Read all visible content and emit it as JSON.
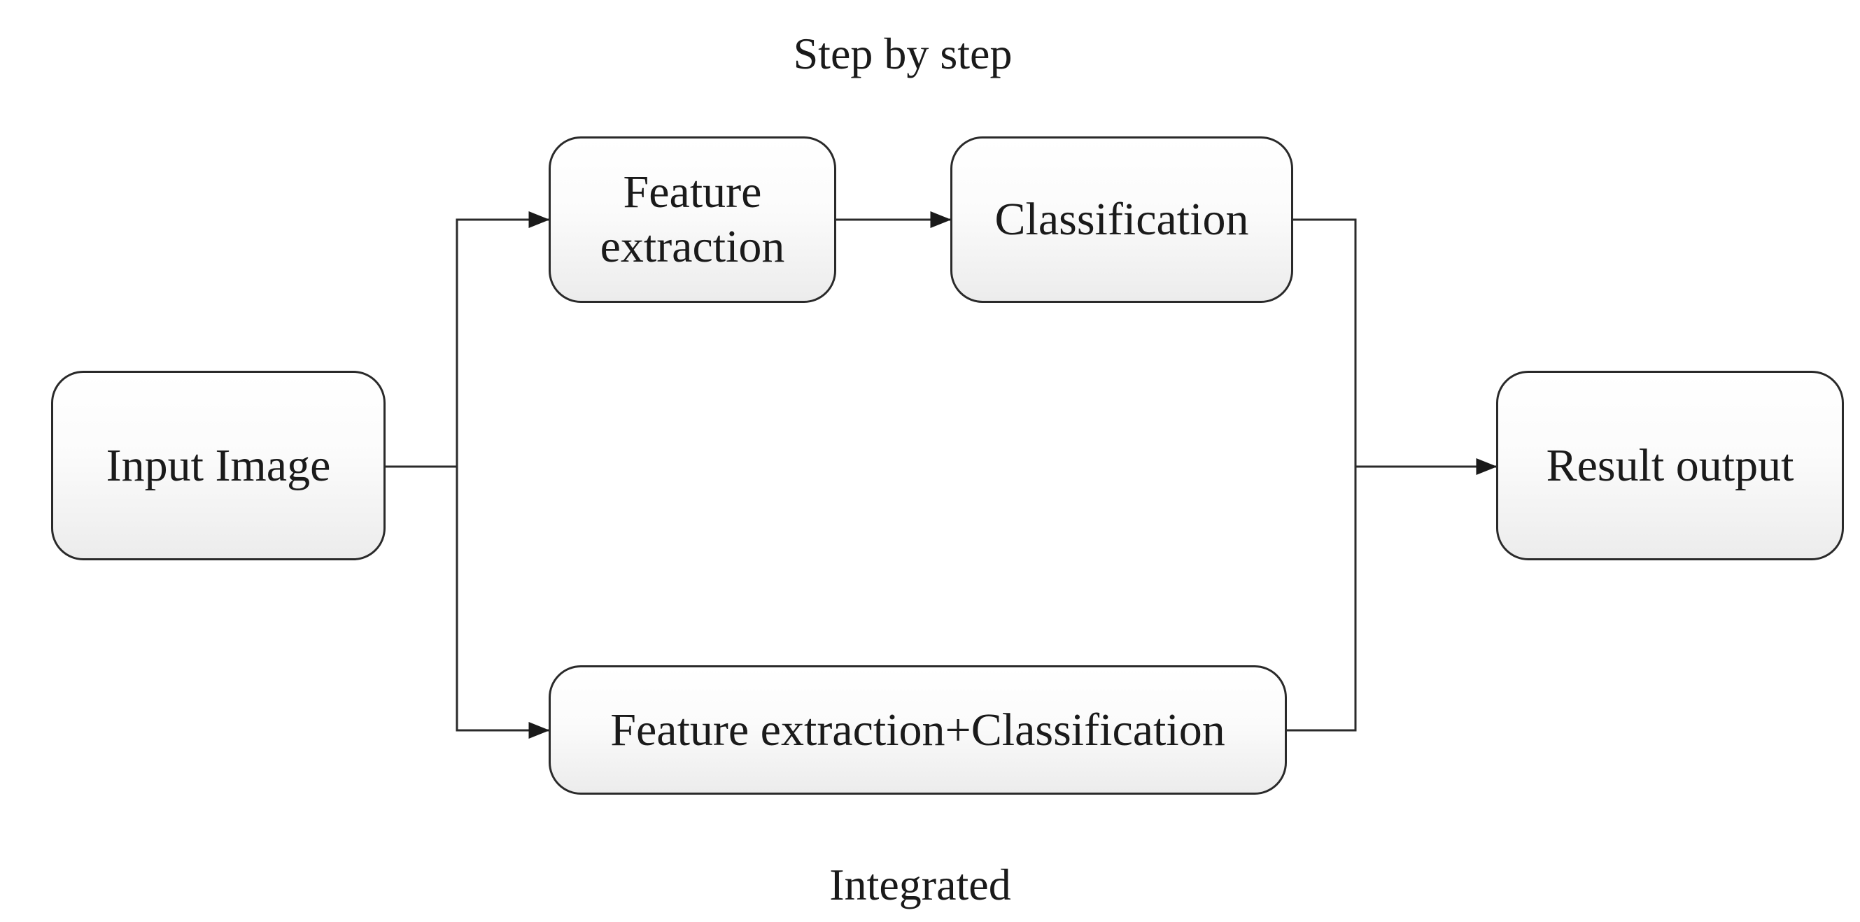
{
  "diagram": {
    "captions": {
      "top": "Step by step",
      "bottom": "Integrated"
    },
    "nodes": {
      "input": "Input Image",
      "feature_extraction_line1": "Feature",
      "feature_extraction_line2": "extraction",
      "classification": "Classification",
      "integrated": "Feature extraction+Classification",
      "result": "Result output"
    },
    "edges": [
      {
        "from": "Input Image",
        "to": "Feature extraction"
      },
      {
        "from": "Feature extraction",
        "to": "Classification"
      },
      {
        "from": "Input Image",
        "to": "Feature extraction+Classification"
      },
      {
        "from": "Classification",
        "to": "Result output"
      },
      {
        "from": "Feature extraction+Classification",
        "to": "Result output"
      }
    ],
    "colors": {
      "stroke": "#2a2a2a",
      "fill_top": "#ffffff",
      "fill_bottom": "#ececec"
    }
  }
}
